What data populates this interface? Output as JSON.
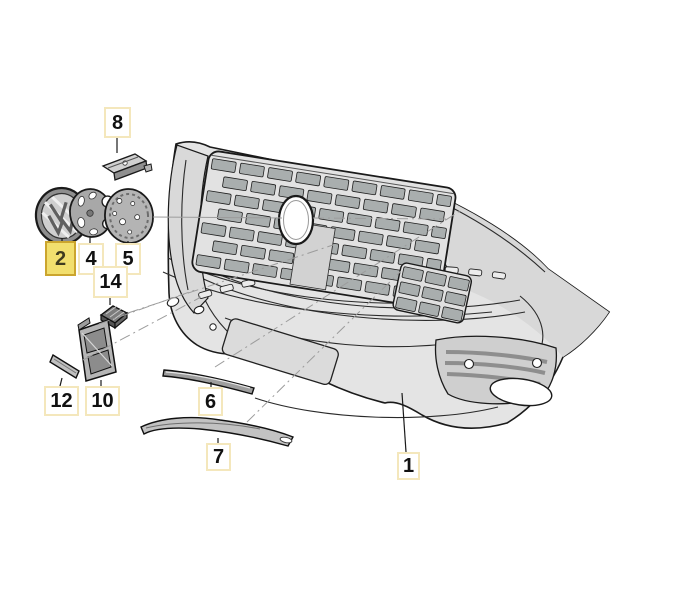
{
  "callouts": [
    {
      "id": "8",
      "label": "8",
      "part": "mounting-bracket",
      "selected": false
    },
    {
      "id": "2",
      "label": "2",
      "part": "vw-emblem",
      "selected": true
    },
    {
      "id": "4",
      "label": "4",
      "part": "emblem-mounting-plate",
      "selected": false
    },
    {
      "id": "5",
      "label": "5",
      "part": "emblem-retainer-disc",
      "selected": false
    },
    {
      "id": "14",
      "label": "14",
      "part": "retaining-clip",
      "selected": false
    },
    {
      "id": "12",
      "label": "12",
      "part": "filler-strip",
      "selected": false
    },
    {
      "id": "10",
      "label": "10",
      "part": "air-grille-insert",
      "selected": false
    },
    {
      "id": "6",
      "label": "6",
      "part": "upper-trim-strip",
      "selected": false
    },
    {
      "id": "7",
      "label": "7",
      "part": "lower-trim-strip",
      "selected": false
    },
    {
      "id": "1",
      "label": "1",
      "part": "front-bumper-cover",
      "selected": false
    }
  ],
  "colors": {
    "highlight_fill": "#F2DF6E",
    "highlight_border": "#CBA52E",
    "highlight_text": "#3F3B1F",
    "callout_border": "#F4E7BC",
    "callout_text": "#111111",
    "outline": "#1A1A1A",
    "leader": "#9C9C9C",
    "body_fill": "#E4E4E4"
  }
}
